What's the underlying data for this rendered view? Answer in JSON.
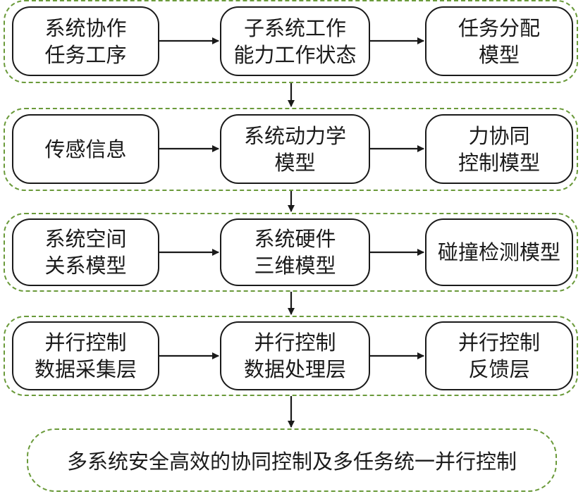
{
  "rows": [
    {
      "nodes": [
        "系统协作\n任务工序",
        "子系统工作\n能力工作状态",
        "任务分配\n模型"
      ]
    },
    {
      "nodes": [
        "传感信息",
        "系统动力学\n模型",
        "力协同\n控制模型"
      ]
    },
    {
      "nodes": [
        "系统空间\n关系模型",
        "系统硬件\n三维模型",
        "碰撞检测模型"
      ]
    },
    {
      "nodes": [
        "并行控制\n数据采集层",
        "并行控制\n数据处理层",
        "并行控制\n反馈层"
      ]
    }
  ],
  "final": "多系统安全高效的协同控制及多任务统一并行控制",
  "colors": {
    "group_border": "#6a9a3a",
    "node_border": "#1a1a1a",
    "arrow": "#1a1a1a"
  }
}
